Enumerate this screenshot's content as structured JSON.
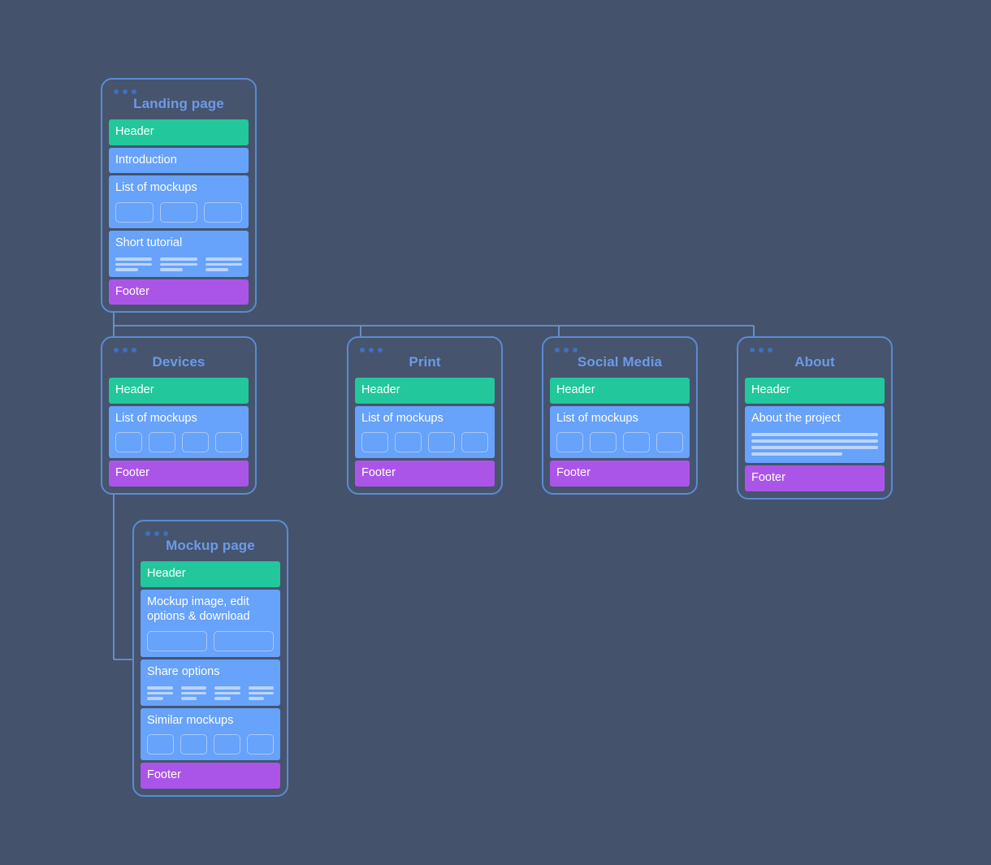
{
  "theme": {
    "page_background": "#44536b",
    "card_background": "#46546d",
    "card_border": "#5b8ad4",
    "title_color": "#6d9ae8",
    "header_color": "#22c79b",
    "body_color": "#67a2fb",
    "footer_color": "#ab55e8",
    "line_color": "#bcd5fe",
    "dot_color": "#3f70c0",
    "connector_color": "#6f9ee0"
  },
  "cards": {
    "landing": {
      "title": "Landing page",
      "sections": {
        "header": "Header",
        "introduction": "Introduction",
        "list_of_mockups": "List of mockups",
        "short_tutorial": "Short tutorial",
        "footer": "Footer"
      },
      "mockup_thumb_count": 3,
      "tutorial_group_count": 3
    },
    "devices": {
      "title": "Devices",
      "sections": {
        "header": "Header",
        "list_of_mockups": "List of mockups",
        "footer": "Footer"
      },
      "mockup_thumb_count": 4
    },
    "print": {
      "title": "Print",
      "sections": {
        "header": "Header",
        "list_of_mockups": "List of mockups",
        "footer": "Footer"
      },
      "mockup_thumb_count": 4
    },
    "social_media": {
      "title": "Social Media",
      "sections": {
        "header": "Header",
        "list_of_mockups": "List of mockups",
        "footer": "Footer"
      },
      "mockup_thumb_count": 4
    },
    "about": {
      "title": "About",
      "sections": {
        "header": "Header",
        "about_the_project": "About the project",
        "footer": "Footer"
      },
      "paragraph_line_count": 4
    },
    "mockup_page": {
      "title": "Mockup page",
      "sections": {
        "header": "Header",
        "mockup_image": "Mockup image, edit options & download",
        "share_options": "Share options",
        "similar_mockups": "Similar mockups",
        "footer": "Footer"
      },
      "mockup_action_count": 2,
      "share_group_count": 4,
      "similar_thumb_count": 4
    }
  },
  "window_dots": {
    "count": 3,
    "icon": "window-dots-icon"
  }
}
